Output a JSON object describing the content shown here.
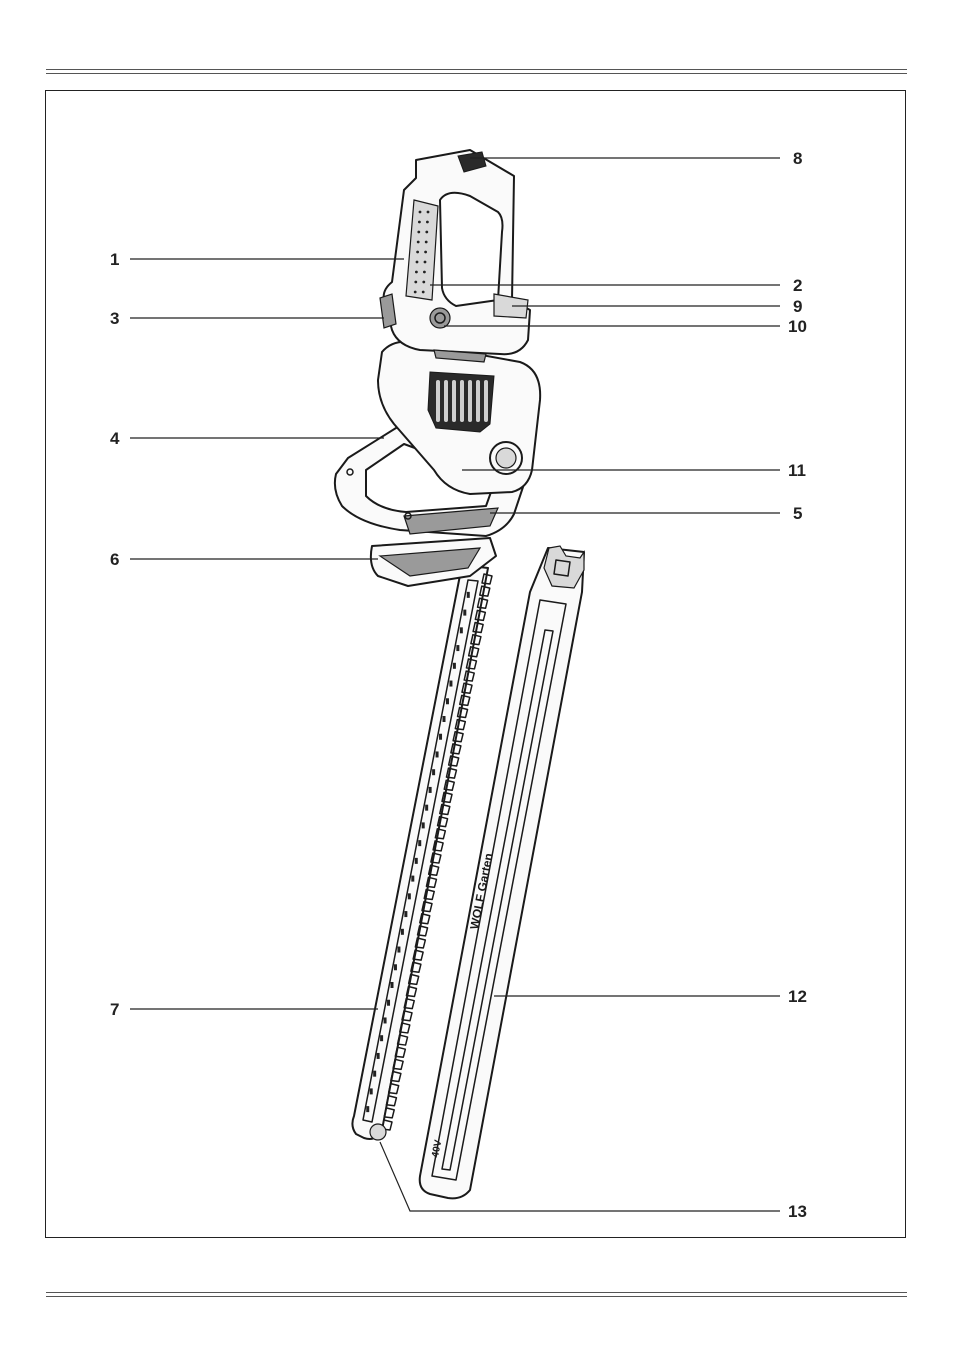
{
  "labels": {
    "l1": "1",
    "l2": "2",
    "l3": "3",
    "l4": "4",
    "l5": "5",
    "l6": "6",
    "l7": "7",
    "l8": "8",
    "l9": "9",
    "l10": "10",
    "l11": "11",
    "l12": "12",
    "l13": "13"
  },
  "cover_text": {
    "brand": "WOLF Garten",
    "voltage": "40V"
  }
}
